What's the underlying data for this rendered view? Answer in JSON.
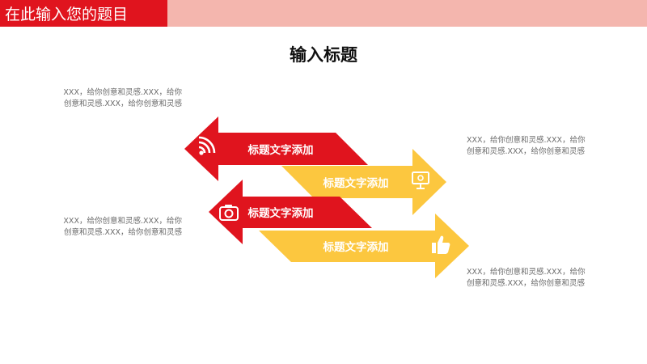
{
  "header": {
    "title": "在此输入您的题目"
  },
  "main": {
    "title": "输入标题"
  },
  "colors": {
    "red": "#e0141e",
    "yellow": "#fcc73f",
    "header_pink": "#f4b6ae"
  },
  "arrows": [
    {
      "label": "标题文字添加",
      "icon": "wifi-signal-icon"
    },
    {
      "label": "标题文字添加",
      "icon": "computer-monitor-icon"
    },
    {
      "label": "标题文字添加",
      "icon": "camera-icon"
    },
    {
      "label": "标题文字添加",
      "icon": "thumbs-up-icon"
    }
  ],
  "paragraphs": [
    "XXX，给你创意和灵感.XXX，给你创意和灵感.XXX，给你创意和灵感",
    "XXX，给你创意和灵感.XXX，给你创意和灵感.XXX，给你创意和灵感",
    "XXX，给你创意和灵感.XXX，给你创意和灵感.XXX，给你创意和灵感",
    "XXX，给你创意和灵感.XXX，给你创意和灵感.XXX，给你创意和灵感"
  ]
}
